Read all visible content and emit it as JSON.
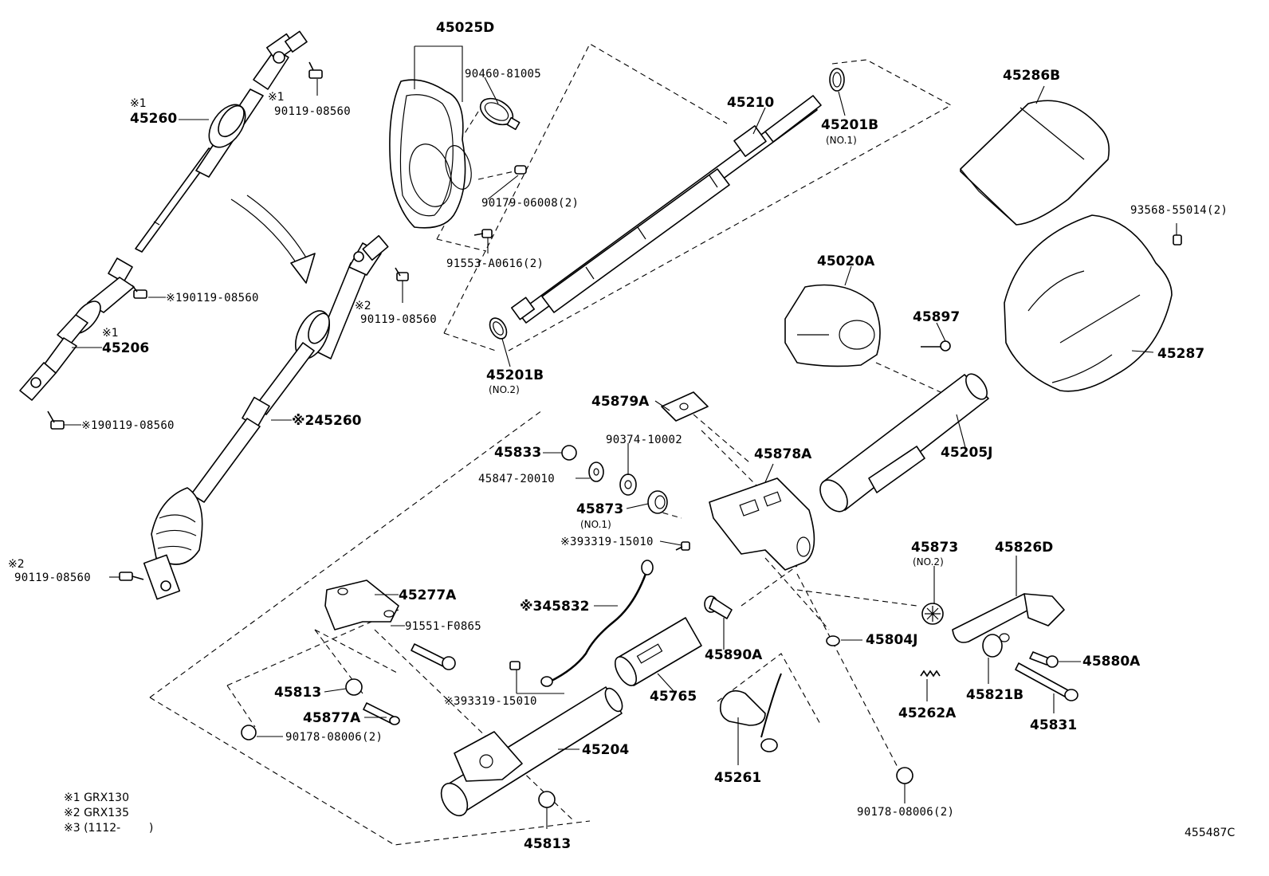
{
  "labels": {
    "p45025D": "45025D",
    "p90460": "90460-81005",
    "p90179": "90179-06008(2)",
    "p91553": "91553-A0616(2)",
    "p45210": "45210",
    "p45201B_1": "45201B",
    "no1_a": "(NO.1)",
    "p45201B_2": "45201B",
    "no2_a": "(NO.2)",
    "p45286B": "45286B",
    "p93568": "93568-55014(2)",
    "p45287": "45287",
    "p45020A": "45020A",
    "p45897": "45897",
    "p45205J": "45205J",
    "mark1_a": "※1",
    "p45260_a": "45260",
    "mark1_b": "※1",
    "p90119_a": "90119-08560",
    "p90119_b": "※190119-08560",
    "mark1_c": "※1",
    "p45206": "45206",
    "p90119_c": "※190119-08560",
    "mark2_a": "※2",
    "p90119_d": "90119-08560",
    "p45260_b": "※245260",
    "mark2_b": "※2",
    "p90119_e": "90119-08560",
    "p45879A": "45879A",
    "p90374": "90374-10002",
    "p45833": "45833",
    "p45847": "45847-20010",
    "p45878A": "45878A",
    "p45873_1": "45873",
    "no1_b": "(NO.1)",
    "p93319_a": "※393319-15010",
    "p45832": "※345832",
    "p45277A": "45277A",
    "p91551": "91551-F0865",
    "p45813_a": "45813",
    "p45877A": "45877A",
    "p90178_a": "90178-08006(2)",
    "p93319_b": "※393319-15010",
    "p45765": "45765",
    "p45890A": "45890A",
    "p45204": "45204",
    "p45813_b": "45813",
    "p45261": "45261",
    "p45873_2": "45873",
    "no2_b": "(NO.2)",
    "p45826D": "45826D",
    "p45804J": "45804J",
    "p45880A": "45880A",
    "p45262A": "45262A",
    "p45821B": "45821B",
    "p45831": "45831",
    "p90178_b": "90178-08006(2)"
  },
  "notes": {
    "n1": "※1 GRX130",
    "n2": "※2 GRX135",
    "n3": "※3 (1112-        )"
  },
  "figure_code": "455487C"
}
